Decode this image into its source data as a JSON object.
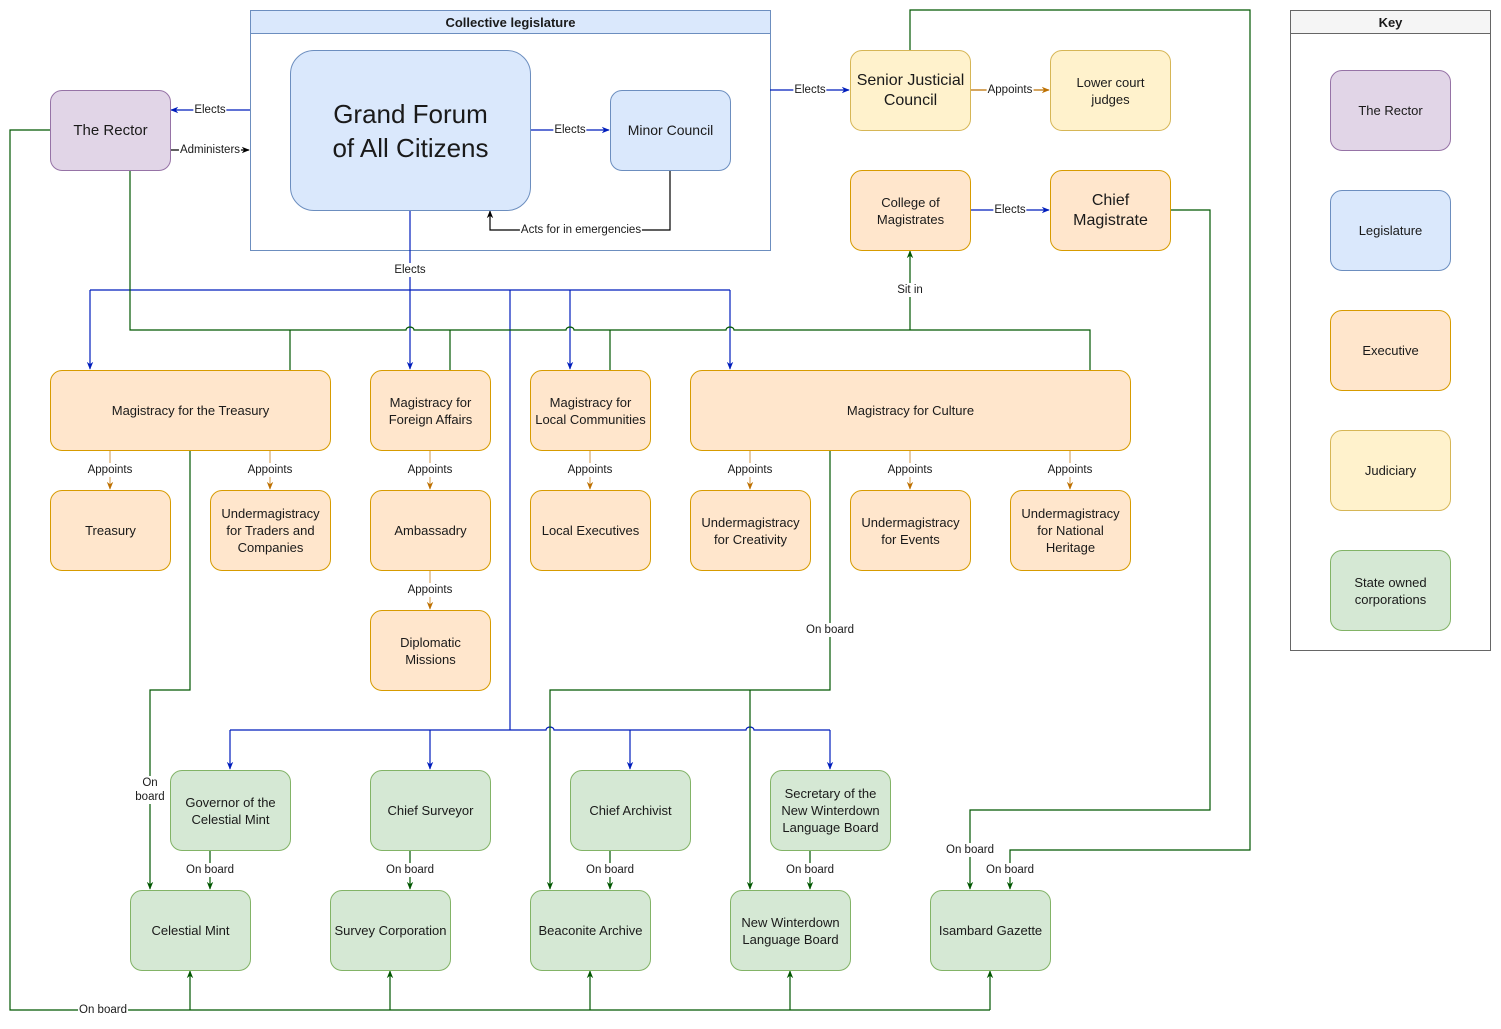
{
  "title": "Government structure diagram",
  "colors": {
    "categories": {
      "rector": {
        "fill": "#e1d5e7",
        "stroke": "#9673a6"
      },
      "legislature": {
        "fill": "#dae8fc",
        "stroke": "#6c8ebf"
      },
      "executive": {
        "fill": "#ffe6cc",
        "stroke": "#d79b00"
      },
      "judiciary": {
        "fill": "#fff2cc",
        "stroke": "#d6b656"
      },
      "corporation": {
        "fill": "#d5e8d4",
        "stroke": "#82b366"
      }
    },
    "edges": {
      "elects": "#001DBC",
      "on_board": "#005700",
      "appoints": "#BD7000",
      "other": "#000000"
    }
  },
  "legislature_container": {
    "title": "Collective legislature"
  },
  "key": {
    "title": "Key",
    "items": [
      {
        "label": "The Rector",
        "category": "rector"
      },
      {
        "label": "Legislature",
        "category": "legislature"
      },
      {
        "label": "Executive",
        "category": "executive"
      },
      {
        "label": "Judiciary",
        "category": "judiciary"
      },
      {
        "label": "State owned\ncorporations",
        "category": "corporation"
      }
    ]
  },
  "nodes": {
    "rector": {
      "label": "The Rector",
      "category": "rector"
    },
    "grand_forum": {
      "label": "Grand Forum\nof All Citizens",
      "category": "legislature"
    },
    "minor_council": {
      "label": "Minor Council",
      "category": "legislature"
    },
    "senior_justicial_council": {
      "label": "Senior Justicial\nCouncil",
      "category": "judiciary"
    },
    "lower_court_judges": {
      "label": "Lower court\njudges",
      "category": "judiciary"
    },
    "college_of_magistrates": {
      "label": "College of\nMagistrates",
      "category": "executive"
    },
    "chief_magistrate": {
      "label": "Chief\nMagistrate",
      "category": "executive"
    },
    "mag_treasury": {
      "label": "Magistracy for the Treasury",
      "category": "executive"
    },
    "mag_foreign": {
      "label": "Magistracy for\nForeign Affairs",
      "category": "executive"
    },
    "mag_local": {
      "label": "Magistracy for\nLocal Communities",
      "category": "executive"
    },
    "mag_culture": {
      "label": "Magistracy for Culture",
      "category": "executive"
    },
    "treasury": {
      "label": "Treasury",
      "category": "executive"
    },
    "under_traders": {
      "label": "Undermagistracy\nfor Traders and\nCompanies",
      "category": "executive"
    },
    "ambassadry": {
      "label": "Ambassadry",
      "category": "executive"
    },
    "local_executives": {
      "label": "Local Executives",
      "category": "executive"
    },
    "under_creativity": {
      "label": "Undermagistracy\nfor Creativity",
      "category": "executive"
    },
    "under_events": {
      "label": "Undermagistracy\nfor Events",
      "category": "executive"
    },
    "under_heritage": {
      "label": "Undermagistracy\nfor National\nHeritage",
      "category": "executive"
    },
    "diplomatic_missions": {
      "label": "Diplomatic\nMissions",
      "category": "executive"
    },
    "governor_mint": {
      "label": "Governor of the\nCelestial Mint",
      "category": "corporation"
    },
    "chief_surveyor": {
      "label": "Chief Surveyor",
      "category": "corporation"
    },
    "chief_archivist": {
      "label": "Chief Archivist",
      "category": "corporation"
    },
    "secretary_language": {
      "label": "Secretary of the\nNew Winterdown\nLanguage Board",
      "category": "corporation"
    },
    "celestial_mint": {
      "label": "Celestial Mint",
      "category": "corporation"
    },
    "survey_corporation": {
      "label": "Survey Corporation",
      "category": "corporation"
    },
    "beaconite_archive": {
      "label": "Beaconite Archive",
      "category": "corporation"
    },
    "language_board": {
      "label": "New Winterdown\nLanguage Board",
      "category": "corporation"
    },
    "isambard_gazette": {
      "label": "Isambard Gazette",
      "category": "corporation"
    }
  },
  "edges": [
    {
      "label": "Elects",
      "type": "elects",
      "from": "legislature",
      "to": [
        "rector"
      ]
    },
    {
      "label": "Administers",
      "type": "other",
      "from": "rector",
      "to": [
        "legislature"
      ]
    },
    {
      "label": "Elects",
      "type": "elects",
      "from": "grand_forum",
      "to": [
        "minor_council"
      ]
    },
    {
      "label": "Acts for in emergencies",
      "type": "other",
      "from": "minor_council",
      "to": [
        "grand_forum"
      ]
    },
    {
      "label": "Elects",
      "type": "elects",
      "from": "legislature",
      "to": [
        "senior_justicial_council"
      ]
    },
    {
      "label": "Appoints",
      "type": "appoints",
      "from": "senior_justicial_council",
      "to": [
        "lower_court_judges"
      ]
    },
    {
      "label": "Elects",
      "type": "elects",
      "from": "college_of_magistrates",
      "to": [
        "chief_magistrate"
      ]
    },
    {
      "label": "Elects",
      "type": "elects",
      "from": "grand_forum",
      "to": [
        "mag_treasury",
        "mag_foreign",
        "mag_local",
        "mag_culture",
        "governor_mint",
        "chief_surveyor",
        "chief_archivist",
        "secretary_language"
      ]
    },
    {
      "label": "Sit in",
      "type": "on_board",
      "from": "rector",
      "to": [
        "college_of_magistrates"
      ],
      "via": [
        "mag_treasury",
        "mag_foreign",
        "mag_local",
        "mag_culture"
      ]
    },
    {
      "label": "Appoints",
      "type": "appoints",
      "from": "mag_treasury",
      "to": [
        "treasury"
      ]
    },
    {
      "label": "Appoints",
      "type": "appoints",
      "from": "mag_treasury",
      "to": [
        "under_traders"
      ]
    },
    {
      "label": "Appoints",
      "type": "appoints",
      "from": "mag_foreign",
      "to": [
        "ambassadry"
      ]
    },
    {
      "label": "Appoints",
      "type": "appoints",
      "from": "ambassadry",
      "to": [
        "diplomatic_missions"
      ]
    },
    {
      "label": "Appoints",
      "type": "appoints",
      "from": "mag_local",
      "to": [
        "local_executives"
      ]
    },
    {
      "label": "Appoints",
      "type": "appoints",
      "from": "mag_culture",
      "to": [
        "under_creativity"
      ]
    },
    {
      "label": "Appoints",
      "type": "appoints",
      "from": "mag_culture",
      "to": [
        "under_events"
      ]
    },
    {
      "label": "Appoints",
      "type": "appoints",
      "from": "mag_culture",
      "to": [
        "under_heritage"
      ]
    },
    {
      "label": "On\nboard",
      "type": "on_board",
      "from": "mag_treasury",
      "to": [
        "celestial_mint"
      ]
    },
    {
      "label": "On board",
      "type": "on_board",
      "from": "mag_culture",
      "to": [
        "beaconite_archive",
        "language_board"
      ]
    },
    {
      "label": "On board",
      "type": "on_board",
      "from": "governor_mint",
      "to": [
        "celestial_mint"
      ]
    },
    {
      "label": "On board",
      "type": "on_board",
      "from": "chief_surveyor",
      "to": [
        "survey_corporation"
      ]
    },
    {
      "label": "On board",
      "type": "on_board",
      "from": "chief_archivist",
      "to": [
        "beaconite_archive"
      ]
    },
    {
      "label": "On board",
      "type": "on_board",
      "from": "secretary_language",
      "to": [
        "language_board"
      ]
    },
    {
      "label": "On board",
      "type": "on_board",
      "from": "chief_magistrate",
      "to": [
        "isambard_gazette"
      ]
    },
    {
      "label": "On board",
      "type": "on_board",
      "from": "senior_justicial_council",
      "to": [
        "isambard_gazette"
      ]
    },
    {
      "label": "On board",
      "type": "on_board",
      "from": "rector",
      "to": [
        "celestial_mint",
        "survey_corporation",
        "beaconite_archive",
        "language_board",
        "isambard_gazette"
      ]
    }
  ]
}
